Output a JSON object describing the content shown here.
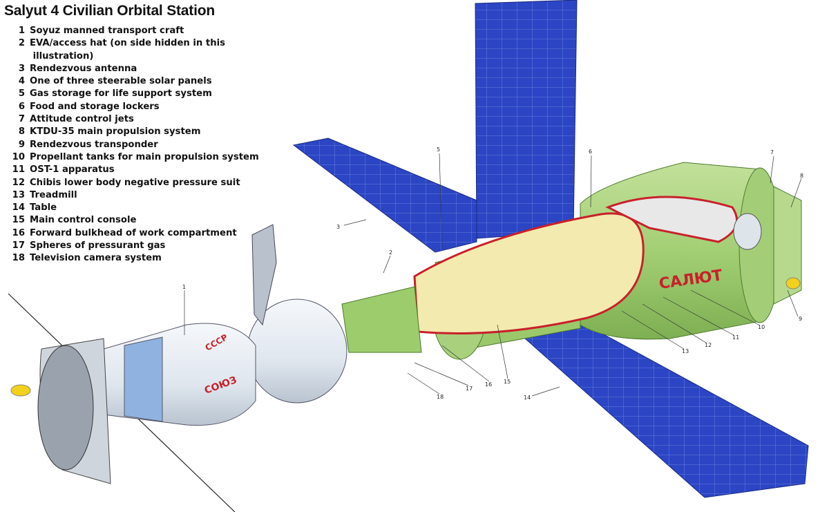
{
  "title": "Salyut 4 Civilian Orbital Station",
  "legend": [
    {
      "num": "1",
      "text": "Soyuz manned transport craft"
    },
    {
      "num": "2",
      "text": "EVA/access hat (on side hidden in this\n illustration)"
    },
    {
      "num": "3",
      "text": "Rendezvous antenna"
    },
    {
      "num": "4",
      "text": "One of three steerable solar panels"
    },
    {
      "num": "5",
      "text": "Gas storage for life support system"
    },
    {
      "num": "6",
      "text": "Food and storage lockers"
    },
    {
      "num": "7",
      "text": "Attitude control jets"
    },
    {
      "num": "8",
      "text": "KTDU-35 main propulsion system"
    },
    {
      "num": "9",
      "text": "Rendezvous transponder"
    },
    {
      "num": "10",
      "text": "Propellant tanks for main propulsion system"
    },
    {
      "num": "11",
      "text": "OST-1 apparatus"
    },
    {
      "num": "12",
      "text": "Chibis lower body negative pressure suit"
    },
    {
      "num": "13",
      "text": "Treadmill"
    },
    {
      "num": "14",
      "text": "Table"
    },
    {
      "num": "15",
      "text": "Main control console"
    },
    {
      "num": "16",
      "text": "Forward bulkhead of work compartment"
    },
    {
      "num": "17",
      "text": "Spheres of pressurant gas"
    },
    {
      "num": "18",
      "text": "Television camera system"
    }
  ],
  "hull_text": {
    "salyut": "САЛЮТ",
    "soyuz": "СОЮЗ",
    "ussr": "СССР"
  },
  "callouts": {
    "c1": "1",
    "c2": "2",
    "c3": "3",
    "c5": "5",
    "c6": "6",
    "c7": "7",
    "c8": "8",
    "c9": "9",
    "c10": "10",
    "c11": "11",
    "c12": "12",
    "c13": "13",
    "c14": "14",
    "c15": "15",
    "c16": "16",
    "c17": "17",
    "c18": "18"
  },
  "colors": {
    "panel": "#2a44c8",
    "hull_green": "#a8d27a",
    "soyuz_white": "#e8eef4",
    "label_red": "#c8202a"
  }
}
